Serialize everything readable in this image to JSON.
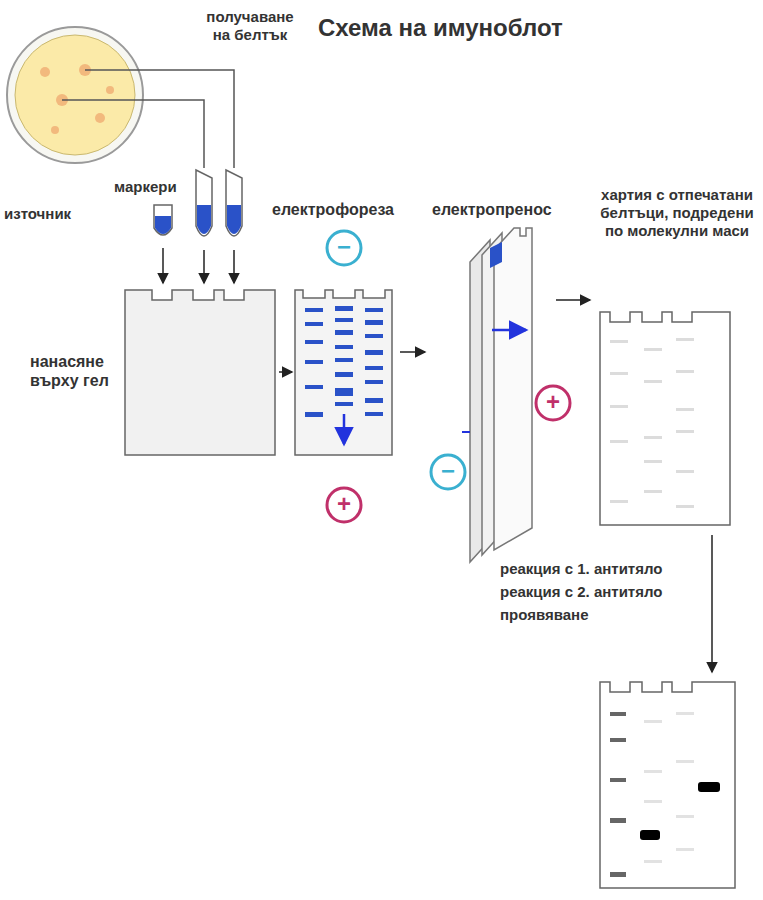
{
  "diagram": {
    "title": "Схема на имуноблот",
    "labels": [
      "получаване на белтък",
      "източник",
      "маркери",
      "нанасяне върху гел",
      "електрофореза",
      "−",
      "+",
      "електропренос",
      "−",
      "+",
      "хартия с отпечатани белтъци, подредени по молекулни маси",
      "реакция с 1. антитяло",
      "реакция с 2. антитяло",
      "проявяване"
    ]
  }
}
